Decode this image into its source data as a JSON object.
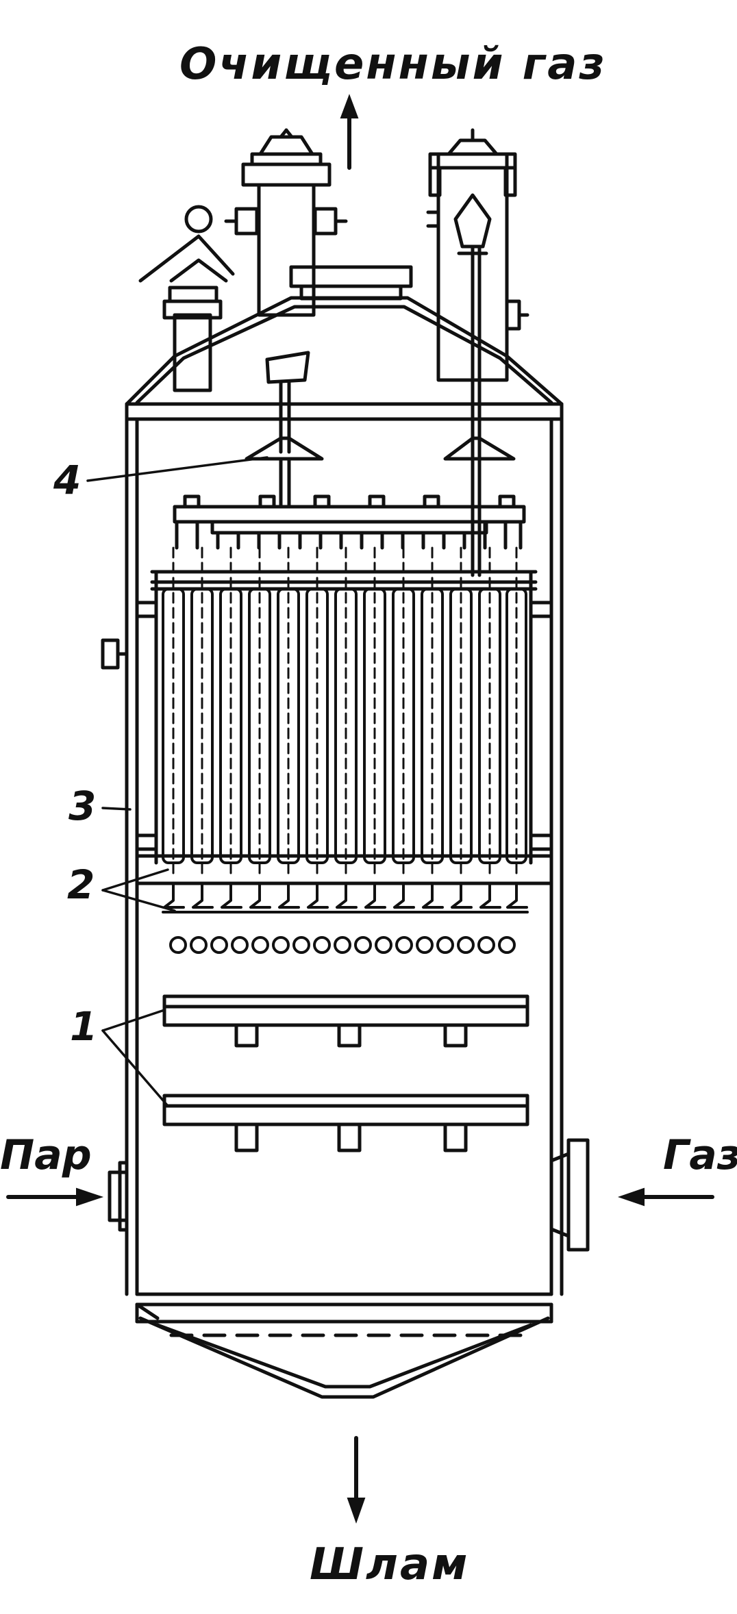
{
  "labels": {
    "top_output": "Очищенный газ",
    "bottom_output": "Шлам",
    "left_input": "Пар",
    "right_input": "Газ"
  },
  "callouts": [
    "1",
    "2",
    "3",
    "4"
  ],
  "colors": {
    "ink": "#111111",
    "paper": "#ffffff"
  }
}
